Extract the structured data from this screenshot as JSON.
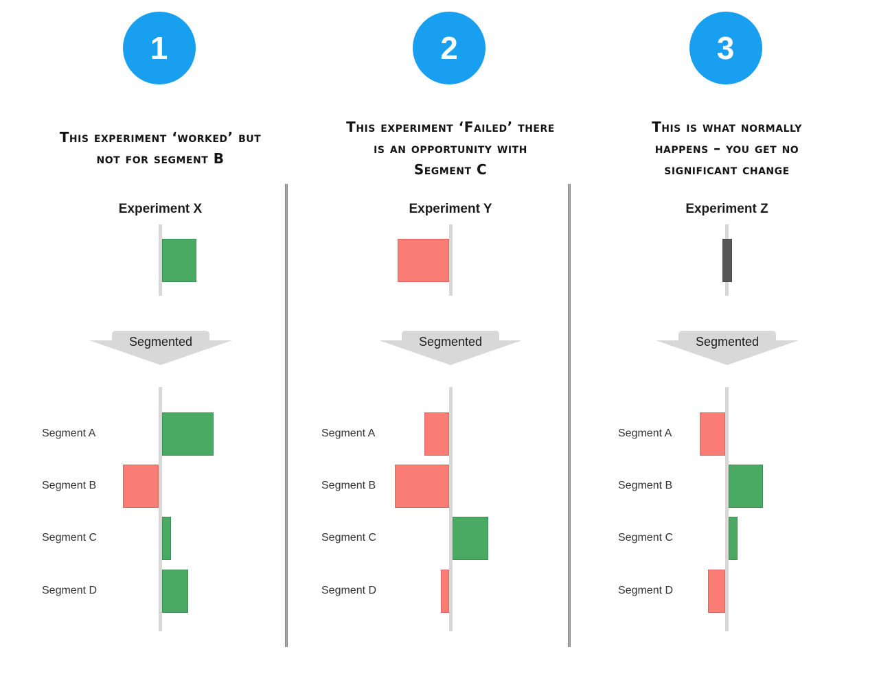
{
  "colors": {
    "positive": "#4aa962",
    "negative": "#f97d74",
    "neutral": "#575757",
    "badge": "#189ff0",
    "axis": "#d8d8d8",
    "divider": "#8f8f8f",
    "arrow_fill": "#d8d8d8"
  },
  "arrow_label": "Segmented",
  "columns": [
    {
      "badge": "1",
      "caption_lines": [
        "This experiment ‘worked’ but",
        "not for segment B"
      ],
      "chart_title": "Experiment X",
      "overall": {
        "value": 5.0,
        "direction": "positive"
      },
      "segments": [
        {
          "label": "Segment A",
          "value": 7.5
        },
        {
          "label": "Segment B",
          "value": -5.2
        },
        {
          "label": "Segment C",
          "value": 1.3
        },
        {
          "label": "Segment D",
          "value": 3.8
        }
      ]
    },
    {
      "badge": "2",
      "caption_lines": [
        "This experiment ‘Failed’ there",
        "is an opportunity with",
        "Segment C"
      ],
      "chart_title": "Experiment Y",
      "overall": {
        "value": -7.5,
        "direction": "negative"
      },
      "segments": [
        {
          "label": "Segment A",
          "value": -3.6
        },
        {
          "label": "Segment B",
          "value": -7.9
        },
        {
          "label": "Segment C",
          "value": 5.2
        },
        {
          "label": "Segment D",
          "value": -1.2
        }
      ]
    },
    {
      "badge": "3",
      "caption_lines": [
        "This is what normally",
        "happens – you get no",
        "significant change"
      ],
      "chart_title": "Experiment Z",
      "overall": {
        "value": 0,
        "direction": "neutral"
      },
      "segments": [
        {
          "label": "Segment A",
          "value": -3.7
        },
        {
          "label": "Segment B",
          "value": 5.0
        },
        {
          "label": "Segment C",
          "value": 1.3
        },
        {
          "label": "Segment D",
          "value": -2.5
        }
      ]
    }
  ],
  "chart_data": [
    {
      "type": "bar",
      "title": "Experiment X",
      "orientation": "horizontal-diverging",
      "overall_effect": 5.0,
      "categories": [
        "Segment A",
        "Segment B",
        "Segment C",
        "Segment D"
      ],
      "values": [
        7.5,
        -5.2,
        1.3,
        3.8
      ],
      "positive_color": "#4aa962",
      "negative_color": "#f97d74",
      "baseline": 0,
      "grid": false,
      "legend": false
    },
    {
      "type": "bar",
      "title": "Experiment Y",
      "orientation": "horizontal-diverging",
      "overall_effect": -7.5,
      "categories": [
        "Segment A",
        "Segment B",
        "Segment C",
        "Segment D"
      ],
      "values": [
        -3.6,
        -7.9,
        5.2,
        -1.2
      ],
      "positive_color": "#4aa962",
      "negative_color": "#f97d74",
      "baseline": 0,
      "grid": false,
      "legend": false
    },
    {
      "type": "bar",
      "title": "Experiment Z",
      "orientation": "horizontal-diverging",
      "overall_effect": 0,
      "categories": [
        "Segment A",
        "Segment B",
        "Segment C",
        "Segment D"
      ],
      "values": [
        -3.7,
        5.0,
        1.3,
        -2.5
      ],
      "positive_color": "#4aa962",
      "negative_color": "#f97d74",
      "baseline": 0,
      "grid": false,
      "legend": false
    }
  ]
}
